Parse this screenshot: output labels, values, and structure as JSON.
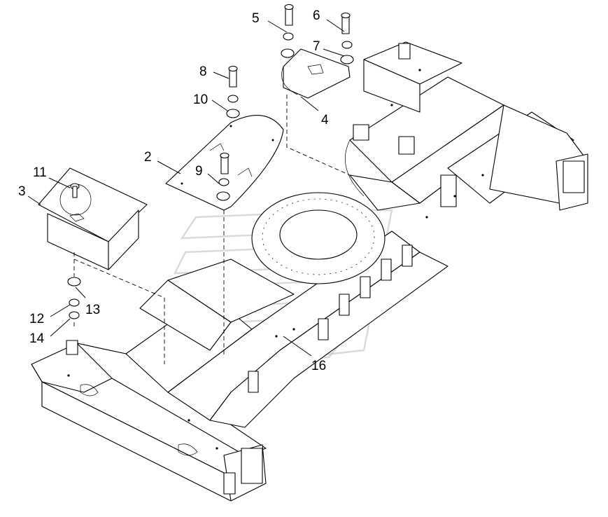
{
  "callouts": [
    {
      "id": "c2",
      "text": "2"
    },
    {
      "id": "c3",
      "text": "3"
    },
    {
      "id": "c4",
      "text": "4"
    },
    {
      "id": "c5",
      "text": "5"
    },
    {
      "id": "c6",
      "text": "6"
    },
    {
      "id": "c7",
      "text": "7"
    },
    {
      "id": "c8",
      "text": "8"
    },
    {
      "id": "c9",
      "text": "9"
    },
    {
      "id": "c10",
      "text": "10"
    },
    {
      "id": "c11",
      "text": "11"
    },
    {
      "id": "c12",
      "text": "12"
    },
    {
      "id": "c13",
      "text": "13"
    },
    {
      "id": "c14",
      "text": "14"
    },
    {
      "id": "c16",
      "text": "16"
    }
  ],
  "colors": {
    "line": "#000000",
    "background": "#ffffff",
    "watermark": "#bbbbbb"
  }
}
